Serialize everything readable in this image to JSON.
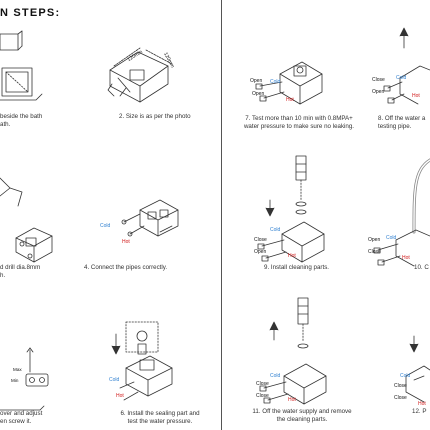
{
  "heading": "N STEPS:",
  "steps": {
    "s1": {
      "line1": "beside the bath",
      "line2": "ath."
    },
    "s2": {
      "line1": "2. Size is as per the photo"
    },
    "s3": {
      "line1": "d drill dia.8mm",
      "line2": "h."
    },
    "s4": {
      "line1": "4. Connect the pipes correctly."
    },
    "s5": {
      "line1": "over and adjust",
      "line2": "en screw it."
    },
    "s6": {
      "line1": "6. Install the sealing part and",
      "line2": "test the water pressure."
    },
    "s7": {
      "line1": "7. Test more than 10 min with 0.8MPA+",
      "line2": "water pressure to make sure no leaking."
    },
    "s8": {
      "line1": "8. Off the water a",
      "line2": "testing pipe."
    },
    "s9": {
      "line1": "9. Install cleaning parts."
    },
    "s10": {
      "line1": "10. C"
    },
    "s11": {
      "line1": "11. Off the water supply and remove",
      "line2": "the cleaning parts."
    },
    "s12": {
      "line1": "12. P"
    }
  },
  "labels": {
    "dim1": "120mm",
    "dim2": "120mm",
    "max": "Max",
    "min": "Min",
    "cold": "Cold",
    "hot": "Hot",
    "open": "Open",
    "close": "Close"
  },
  "colors": {
    "cold": "#2e7fd0",
    "hot": "#d11a1a",
    "line": "#333333"
  }
}
